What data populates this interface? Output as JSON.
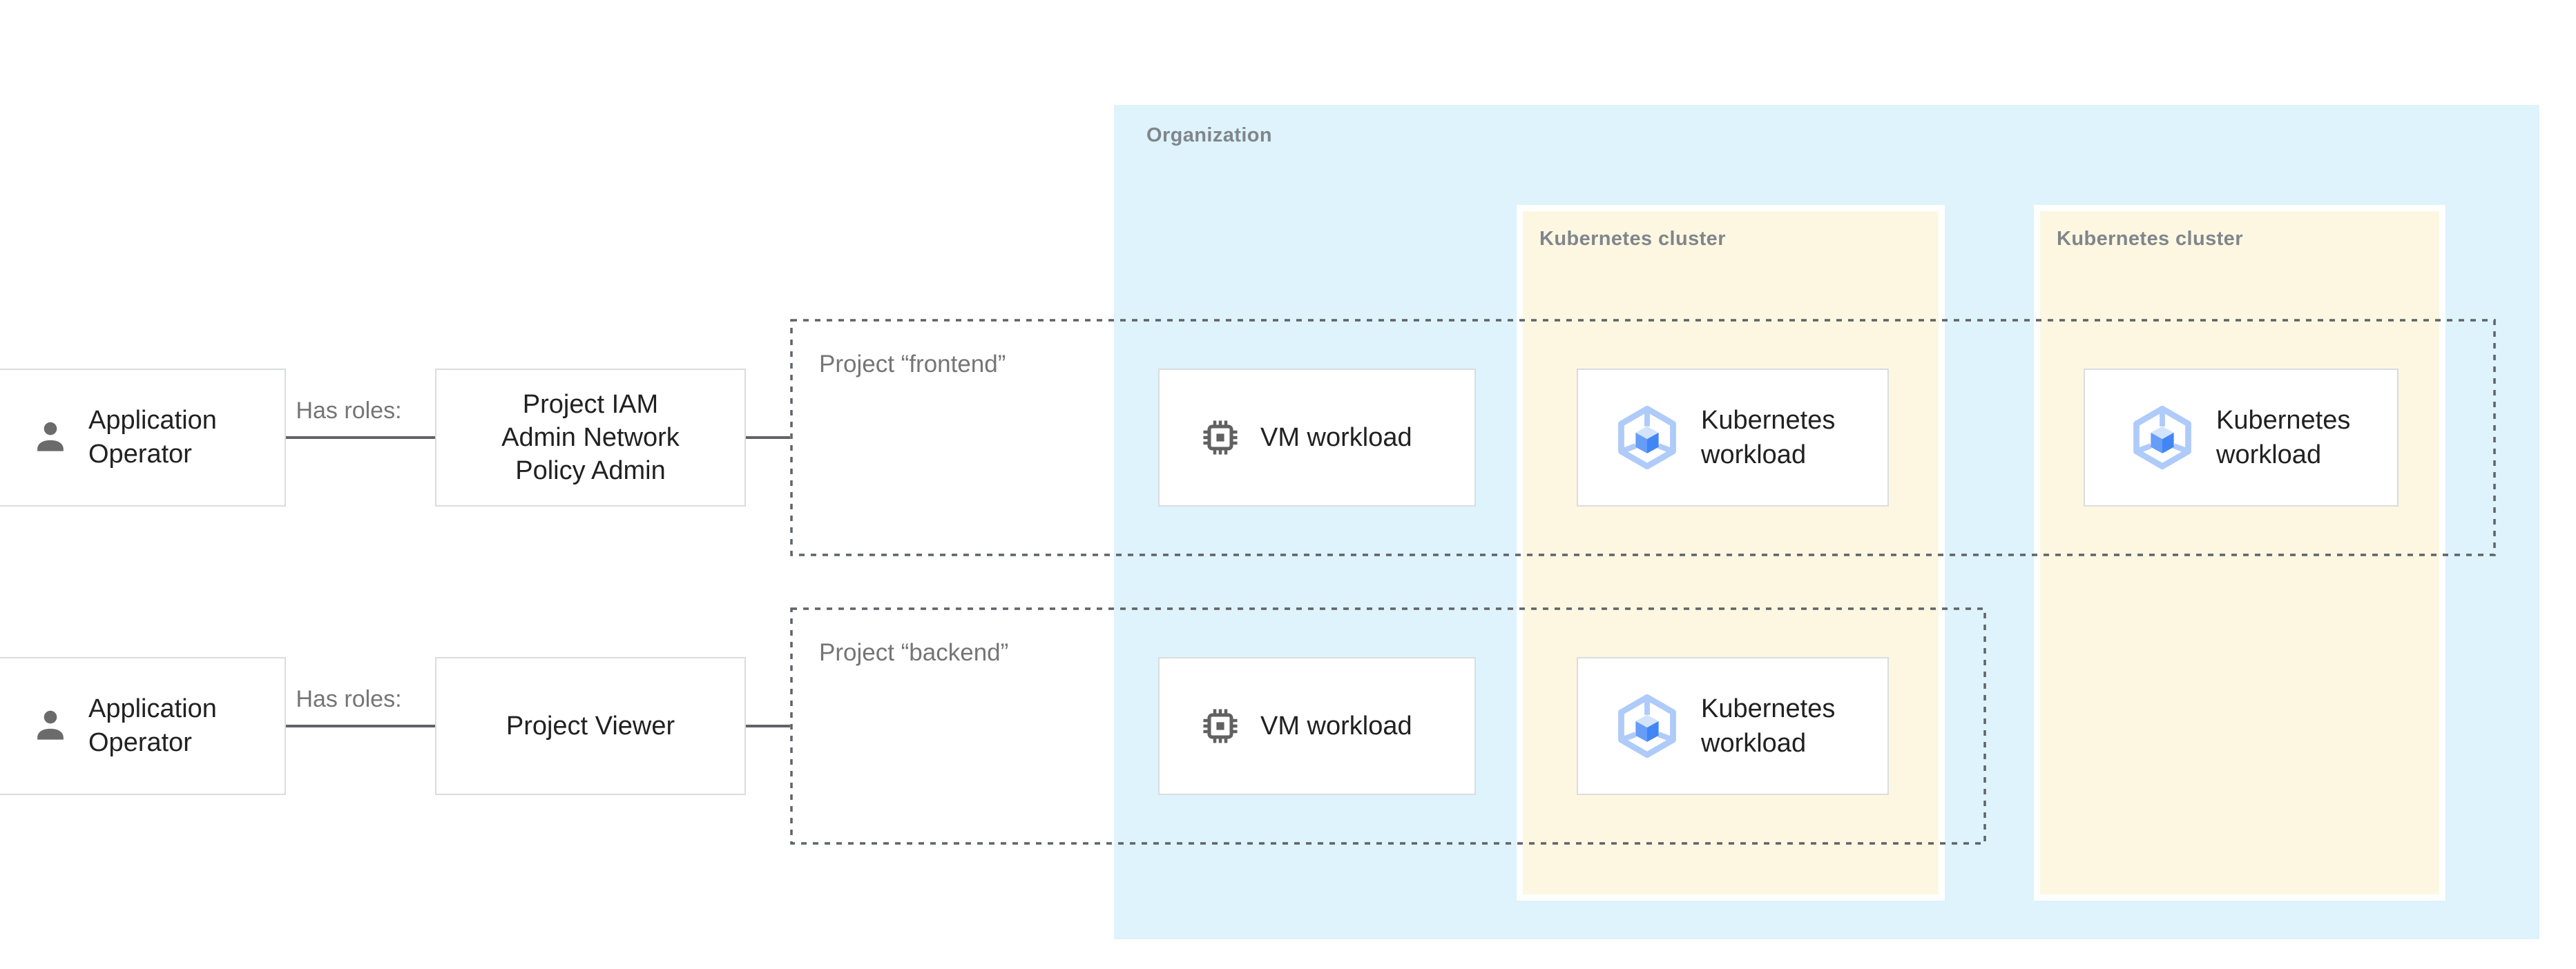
{
  "colors": {
    "org-zone": "#def3fb",
    "cluster-zone": "#fdf7e2",
    "box-border": "#dadce0",
    "line": "#5f6368",
    "zone-label": "#80868b",
    "muted-label": "#757575",
    "text": "#212121",
    "icon-gray": "#616161",
    "person": "#6b6b6b",
    "gke-hex": "#aecbfa",
    "gke-top": "#d2e3fc",
    "gke-left": "#669df6",
    "gke-right": "#4285f4"
  },
  "organization": {
    "label": "Organization"
  },
  "clusters": [
    {
      "label": "Kubernetes cluster"
    },
    {
      "label": "Kubernetes cluster"
    }
  ],
  "projects": [
    {
      "label": "Project “frontend”"
    },
    {
      "label": "Project “backend”"
    }
  ],
  "rows": [
    {
      "actor": {
        "lines": [
          "Application",
          "Operator"
        ]
      },
      "relation_label": "Has roles:",
      "role": {
        "lines": [
          "Project IAM",
          "Admin Network",
          "Policy Admin"
        ]
      }
    },
    {
      "actor": {
        "lines": [
          "Application",
          "Operator"
        ]
      },
      "relation_label": "Has roles:",
      "role": {
        "lines": [
          "Project Viewer"
        ]
      }
    }
  ],
  "workload_boxes": [
    {
      "kind": "vm",
      "label": "VM workload"
    },
    {
      "kind": "k8s",
      "lines": [
        "Kubernetes",
        "workload"
      ]
    },
    {
      "kind": "k8s",
      "lines": [
        "Kubernetes",
        "workload"
      ]
    },
    {
      "kind": "vm",
      "label": "VM workload"
    },
    {
      "kind": "k8s",
      "lines": [
        "Kubernetes",
        "workload"
      ]
    }
  ],
  "icons": {
    "actor": "person-icon",
    "vm": "chip-icon",
    "k8s": "gke-hexagon-icon"
  }
}
